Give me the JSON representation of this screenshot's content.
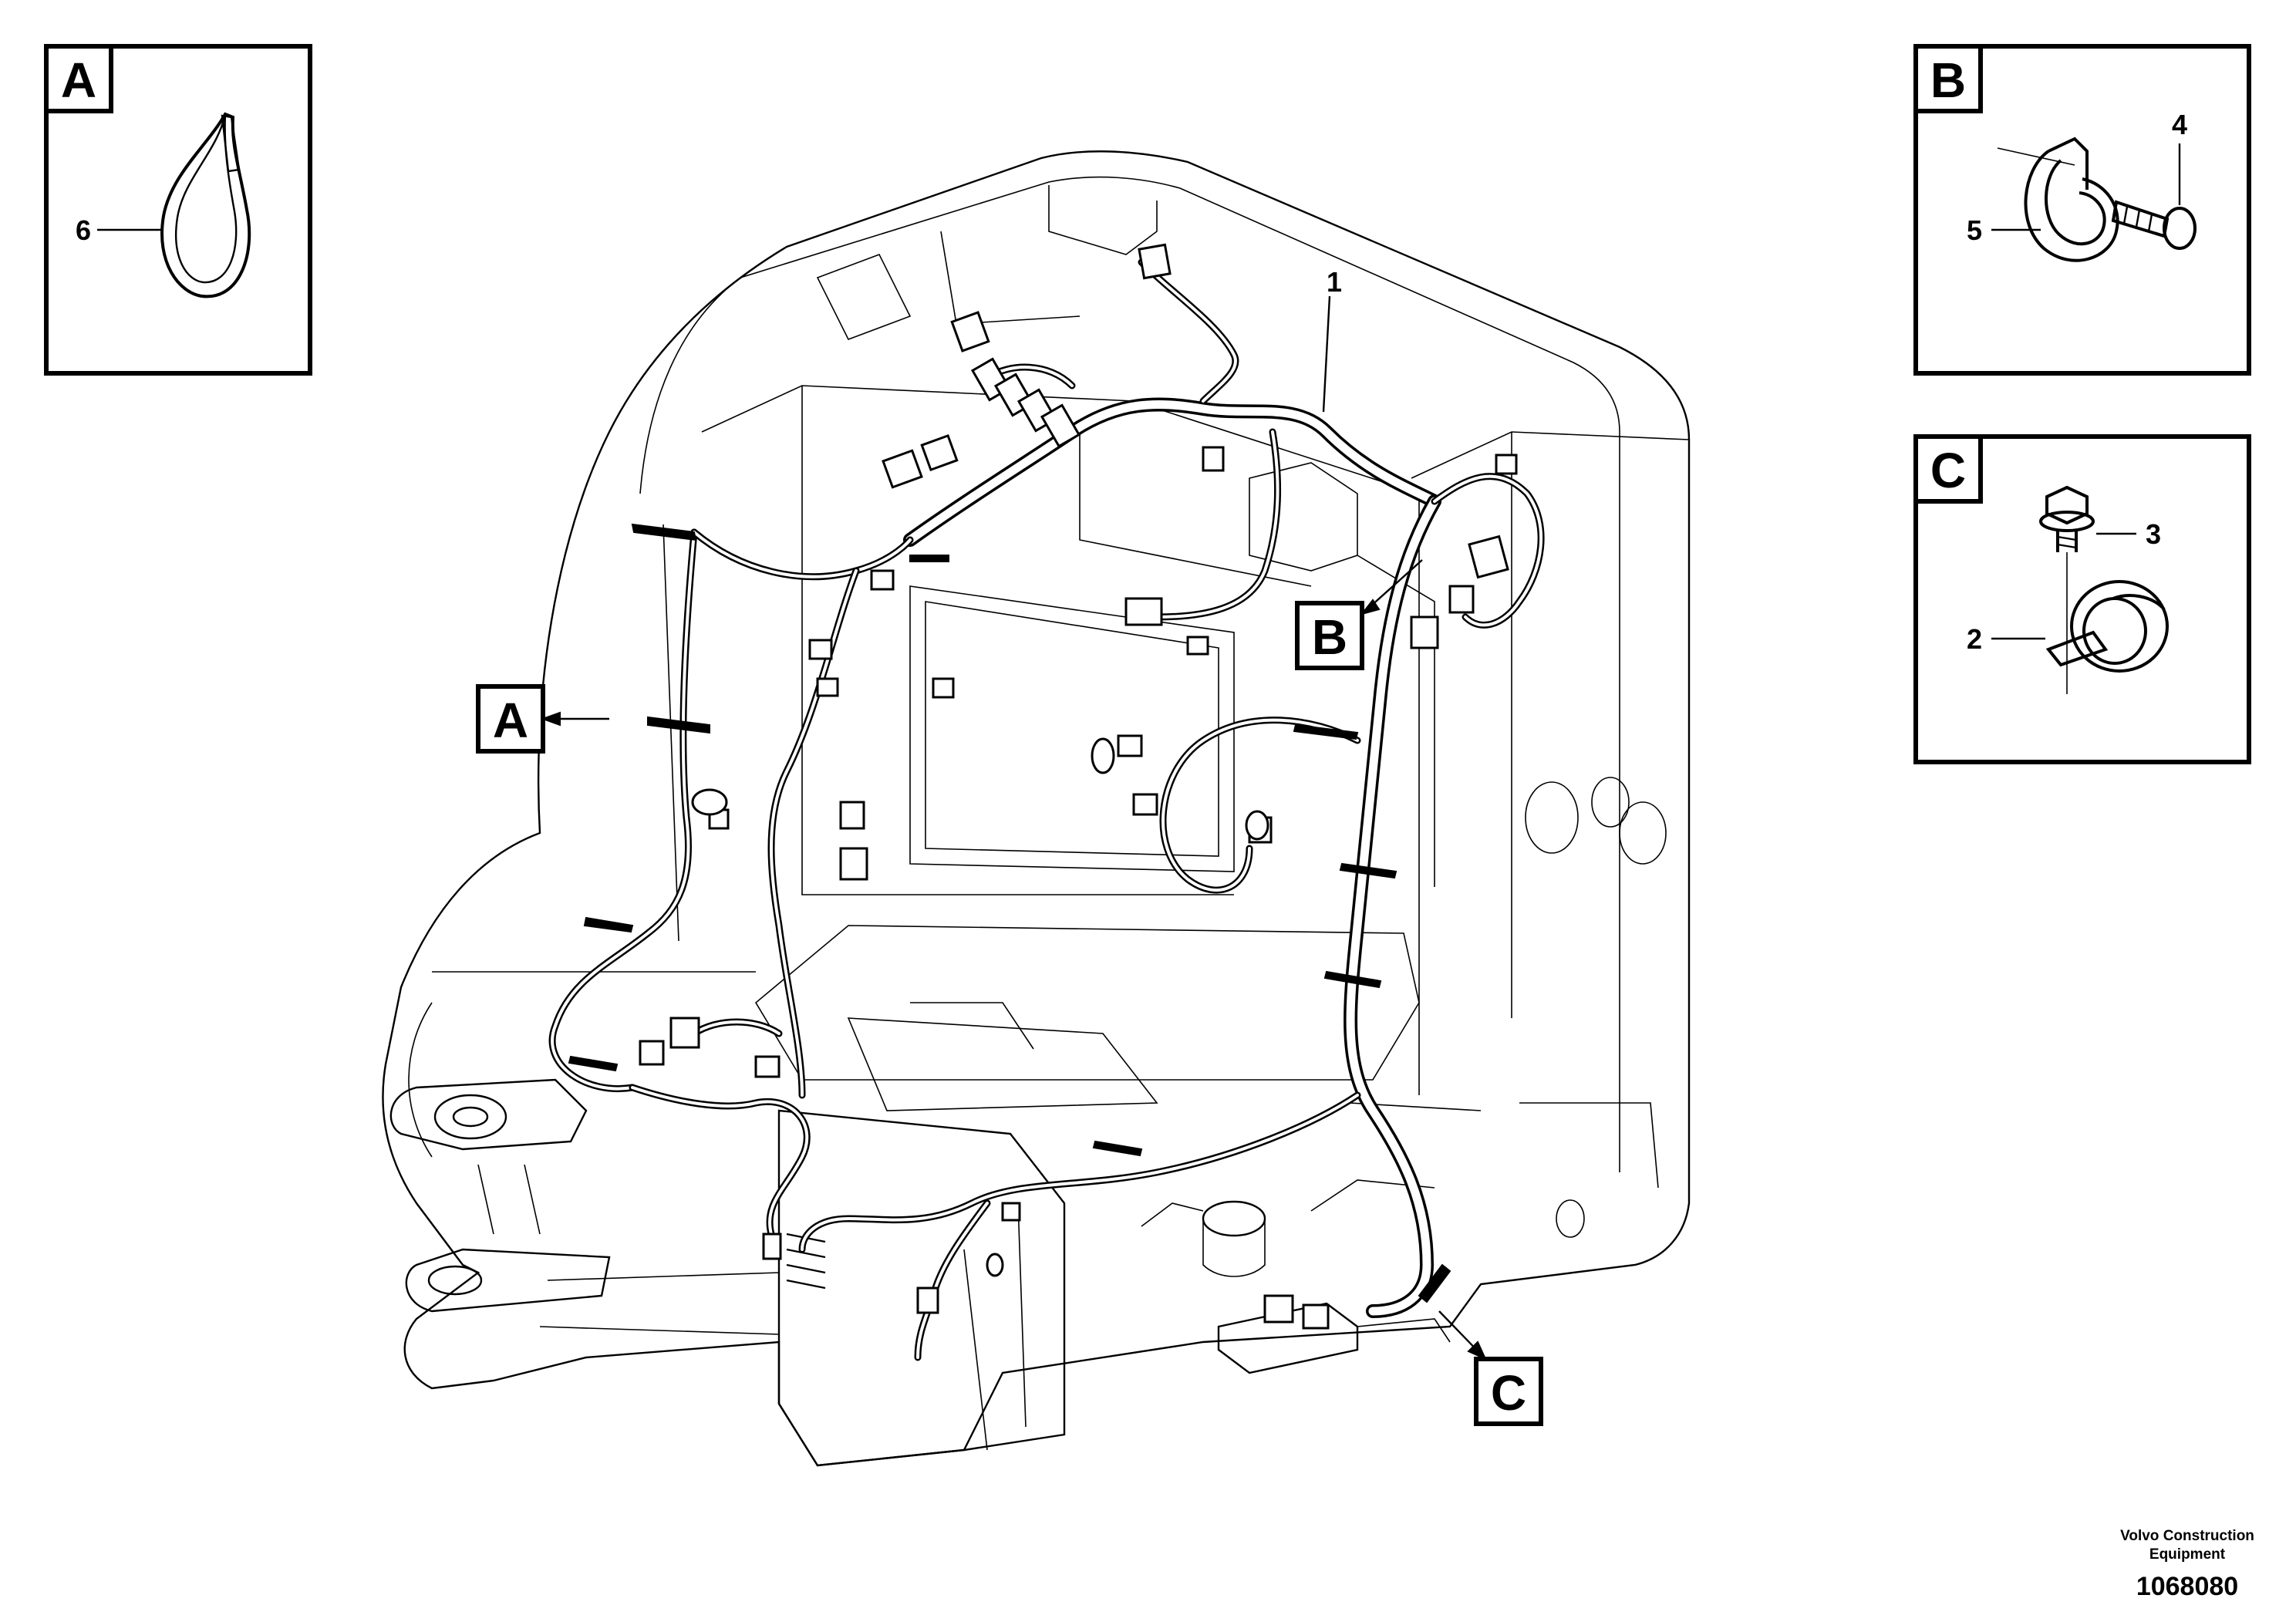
{
  "detail_boxes": [
    {
      "letter": "A",
      "callouts": [
        "6"
      ]
    },
    {
      "letter": "B",
      "callouts": [
        "4",
        "5"
      ]
    },
    {
      "letter": "C",
      "callouts": [
        "3",
        "2"
      ]
    }
  ],
  "main_callouts": {
    "harness": "1",
    "tag_a": "A",
    "tag_b": "B",
    "tag_c": "C"
  },
  "footer": {
    "manufacturer_line1": "Volvo Construction",
    "manufacturer_line2": "Equipment",
    "document_number": "1068080"
  }
}
